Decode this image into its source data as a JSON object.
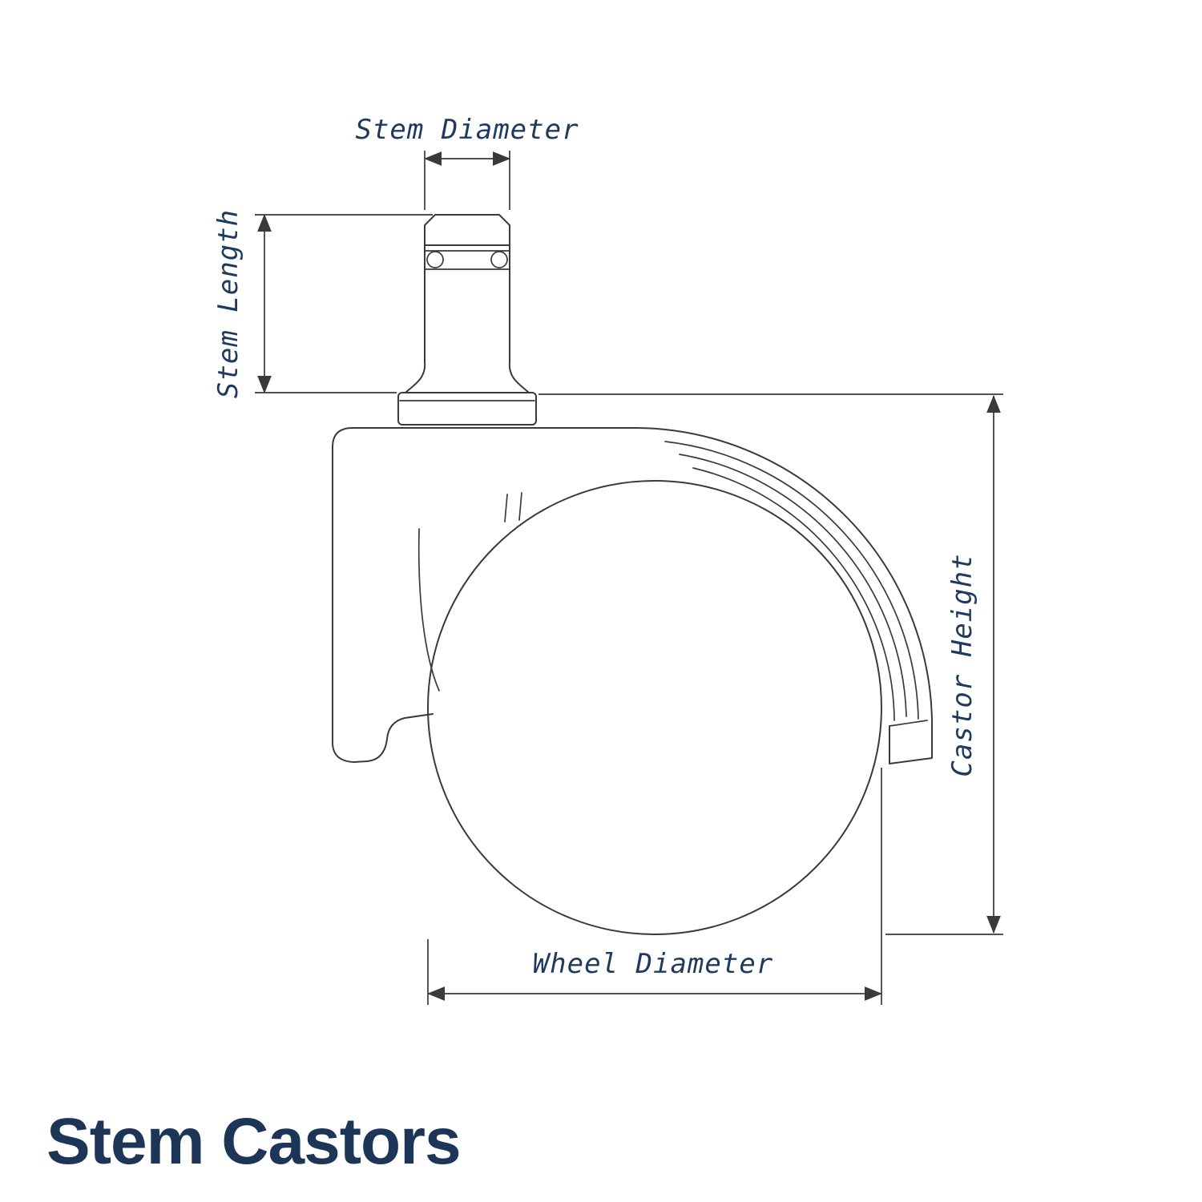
{
  "diagram": {
    "title": "Stem Castors",
    "labels": {
      "stem_diameter": "Stem Diameter",
      "stem_length": "Stem Length",
      "castor_height": "Castor Height",
      "wheel_diameter": "Wheel Diameter"
    },
    "colors": {
      "line": "#3a3a3a",
      "label": "#1f3a5f",
      "title": "#1d3557"
    }
  }
}
